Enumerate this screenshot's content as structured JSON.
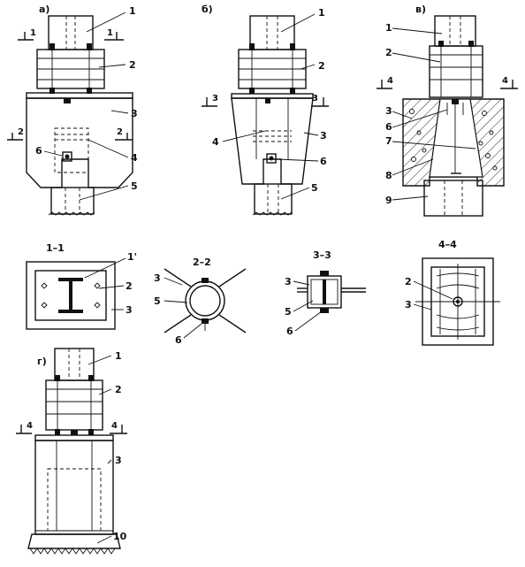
{
  "views": {
    "a": {
      "label": "а)"
    },
    "b": {
      "label": "б)"
    },
    "v": {
      "label": "в)"
    },
    "g": {
      "label": "г)"
    }
  },
  "sections": {
    "s11": "1–1",
    "s22": "2–2",
    "s33": "3–3",
    "s44": "4–4"
  },
  "cut_marks": {
    "one": "1",
    "two": "2",
    "three": "3",
    "four": "4"
  },
  "callouts": {
    "n1": "1",
    "n1prime": "1'",
    "n2": "2",
    "n3": "3",
    "n4": "4",
    "n5": "5",
    "n6": "6",
    "n7": "7",
    "n8": "8",
    "n9": "9",
    "n10": "10"
  }
}
